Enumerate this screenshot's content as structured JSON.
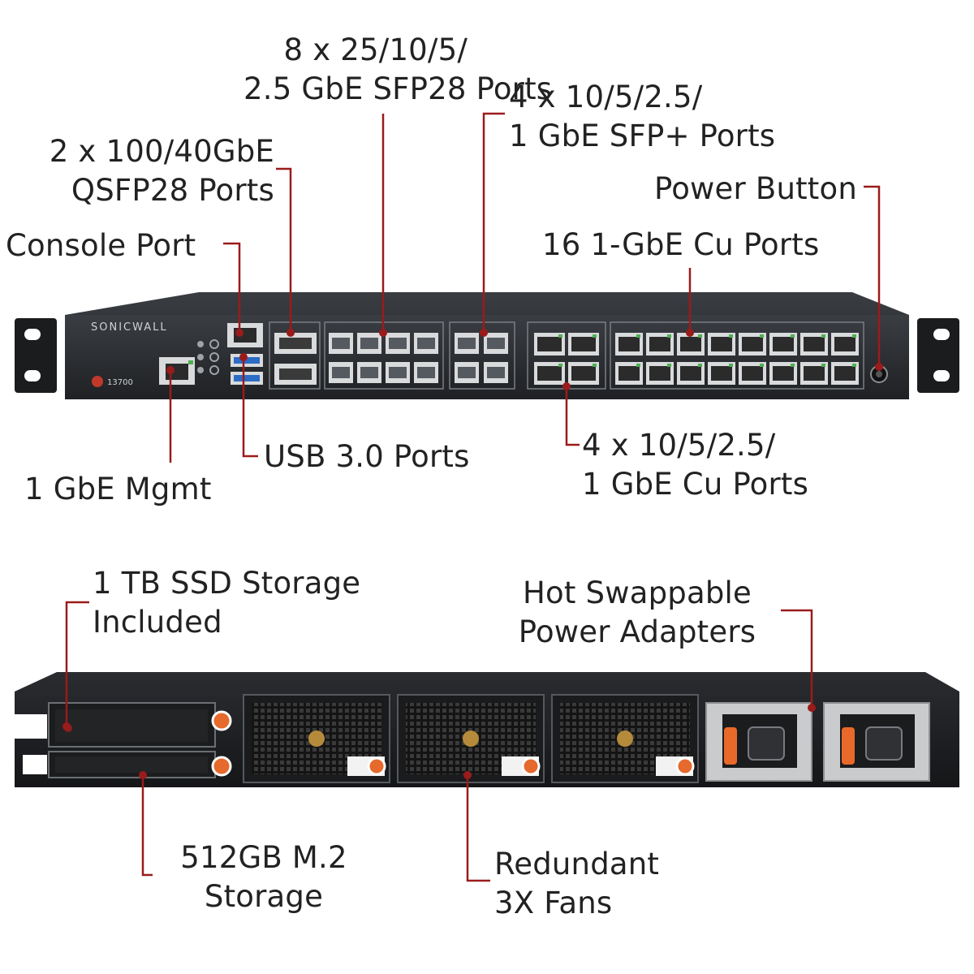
{
  "colors": {
    "leader": "#9b1b1b",
    "text": "#222222",
    "chassis": "#2a2c30",
    "port": "#d8dadc",
    "led": "#4caf50"
  },
  "front_panel": {
    "brand": "SONICWALL",
    "model": "13700",
    "labels": {
      "sfp28": [
        "8 x 25/10/5/",
        "2.5 GbE SFP28 Ports"
      ],
      "sfp_plus": [
        "4 x 10/5/2.5/",
        "1 GbE SFP+ Ports"
      ],
      "qsfp28": [
        "2 x 100/40GbE",
        "QSFP28 Ports"
      ],
      "power_button": "Power Button",
      "console_port": "Console Port",
      "cu_16": "16 1-GbE Cu Ports",
      "usb": "USB 3.0 Ports",
      "cu_4": [
        "4 x 10/5/2.5/",
        "1 GbE Cu Ports"
      ],
      "mgmt": "1 GbE Mgmt"
    }
  },
  "rear_panel": {
    "labels": {
      "ssd": [
        "1 TB SSD Storage",
        "Included"
      ],
      "psu": [
        "Hot Swappable",
        "Power Adapters"
      ],
      "m2": [
        "512GB M.2",
        "Storage"
      ],
      "fans": [
        "Redundant",
        "3X Fans"
      ]
    }
  }
}
